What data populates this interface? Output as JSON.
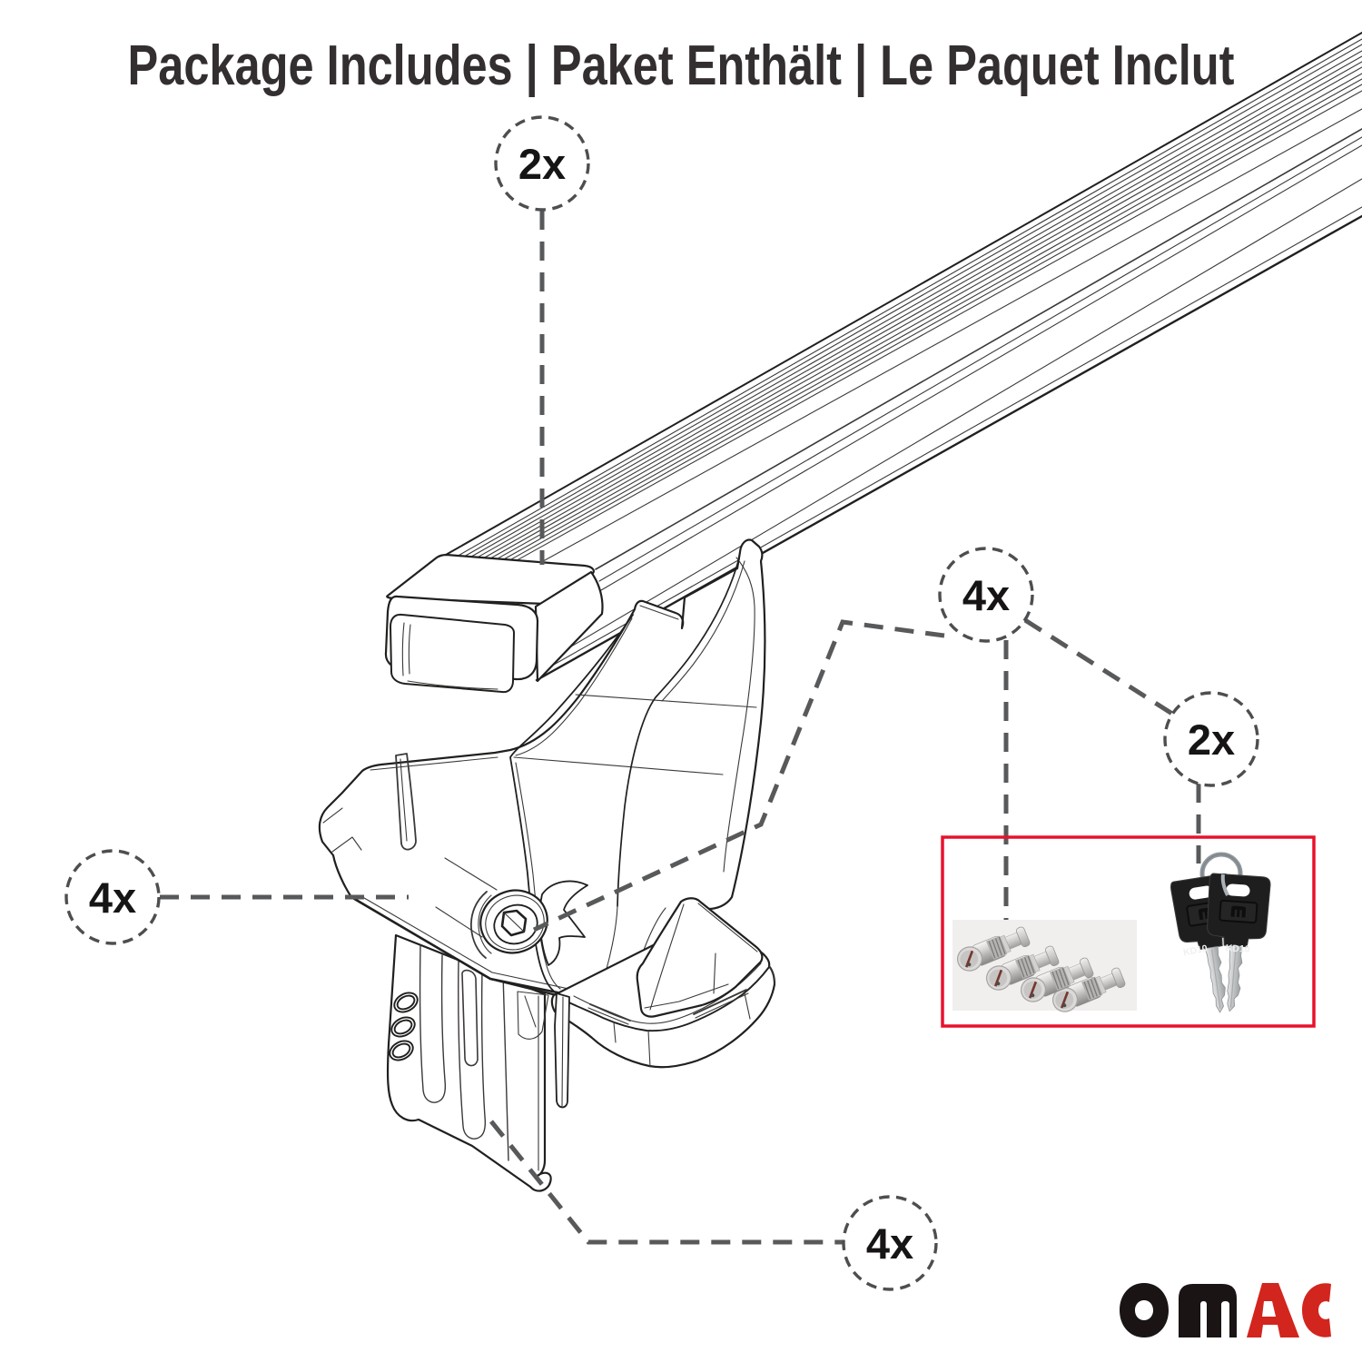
{
  "header": {
    "title": "Package Includes | Paket Enthält | Le Paquet Inclut"
  },
  "callouts": {
    "crossbar": {
      "label": "2x"
    },
    "foot": {
      "label": "4x"
    },
    "locks": {
      "label": "4x"
    },
    "keys": {
      "label": "2x"
    },
    "bracket": {
      "label": "4x"
    }
  },
  "hardware": {
    "key_engraving": "KD10"
  },
  "logo": {
    "brand": "OMAC"
  },
  "colors": {
    "line_art": "#21201e",
    "dashed_leader": "#57595b",
    "highlight_box_red": "#e8112d",
    "logo_black": "#1a1415",
    "logo_red": "#d2251e"
  }
}
